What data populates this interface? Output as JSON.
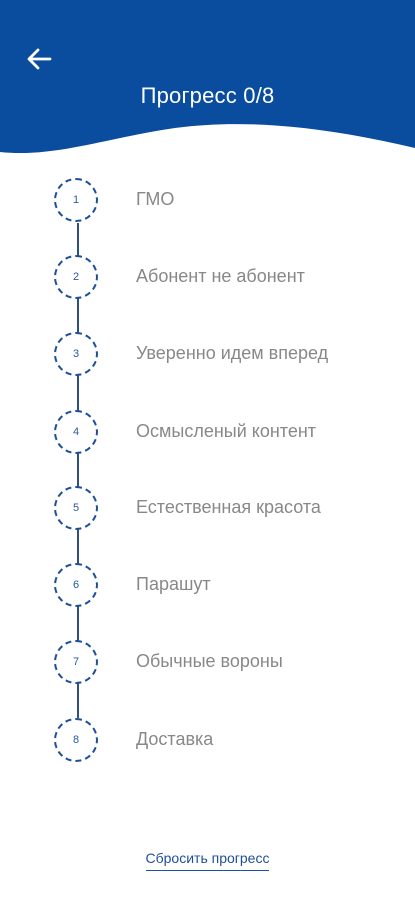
{
  "header": {
    "title": "Прогресс 0/8",
    "back_icon": "arrow-left-icon",
    "background_color": "#0a4d9e"
  },
  "steps": [
    {
      "number": "1",
      "label": "ГМО"
    },
    {
      "number": "2",
      "label": "Абонент не абонент"
    },
    {
      "number": "3",
      "label": "Уверенно идем вперед"
    },
    {
      "number": "4",
      "label": "Осмысленый контент"
    },
    {
      "number": "5",
      "label": "Естественная красота"
    },
    {
      "number": "6",
      "label": "Парашут"
    },
    {
      "number": "7",
      "label": "Обычные вороны"
    },
    {
      "number": "8",
      "label": "Доставка"
    }
  ],
  "footer": {
    "reset_label": "Сбросить прогресс"
  },
  "colors": {
    "accent": "#1e4f99",
    "step_text": "#888888"
  }
}
